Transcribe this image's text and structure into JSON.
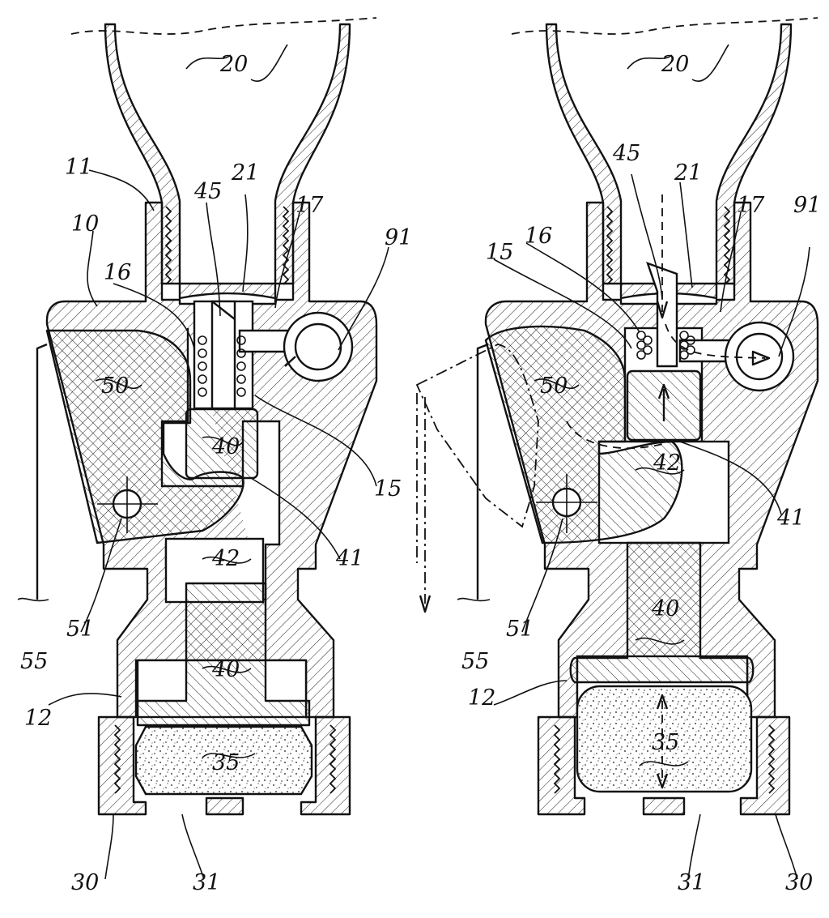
{
  "figure": {
    "left_view": {
      "labels": {
        "container": "20",
        "seal": "21",
        "neck": "11",
        "body": "10",
        "spring": "16",
        "pin": "45",
        "passage": "17",
        "outlet": "91",
        "lever": "50",
        "piston_top": "40",
        "flow_path": "15",
        "pivot": "51",
        "chamber": "42",
        "piston_tip": "41",
        "piston_bottom": "40",
        "trigger": "55",
        "lower_body": "12",
        "gas_unit": "35",
        "cap": "30",
        "opening": "31"
      }
    },
    "right_view": {
      "labels": {
        "container": "20",
        "seal": "21",
        "pin": "45",
        "passage": "17",
        "outlet": "91",
        "spring": "16",
        "flow_path": "15",
        "lever": "50",
        "chamber": "42",
        "piston_tip": "41",
        "pivot": "51",
        "trigger": "55",
        "piston": "40",
        "lower_body": "12",
        "gas_unit": "35",
        "opening": "31",
        "cap": "30"
      }
    }
  }
}
